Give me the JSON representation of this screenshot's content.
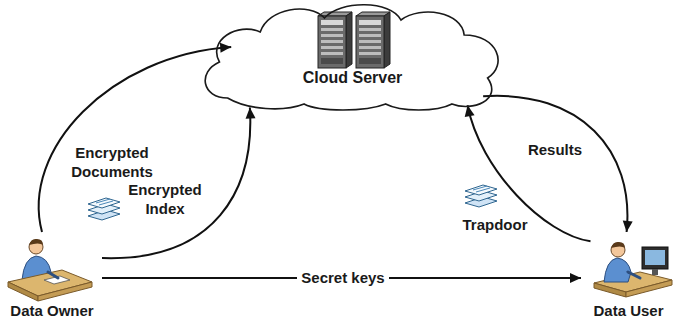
{
  "diagram": {
    "nodes": [
      {
        "text": [
          "Cloud Server"
        ]
      },
      {
        "text": [
          "Data Owner"
        ]
      },
      {
        "text": [
          "Data User"
        ]
      }
    ],
    "edges": [
      {
        "from": 1,
        "to": 0,
        "label": "Encrypted Documents",
        "arrow": "to"
      },
      {
        "from": 1,
        "to": 0,
        "label": "Encrypted Index",
        "arrow": "to"
      },
      {
        "from": 0,
        "to": 2,
        "label": "Results",
        "arrow": "to"
      },
      {
        "from": 2,
        "to": 0,
        "label": "Trapdoor",
        "arrow": "to"
      },
      {
        "from": 1,
        "to": 2,
        "label": "Secret keys",
        "arrow": "to"
      }
    ]
  }
}
